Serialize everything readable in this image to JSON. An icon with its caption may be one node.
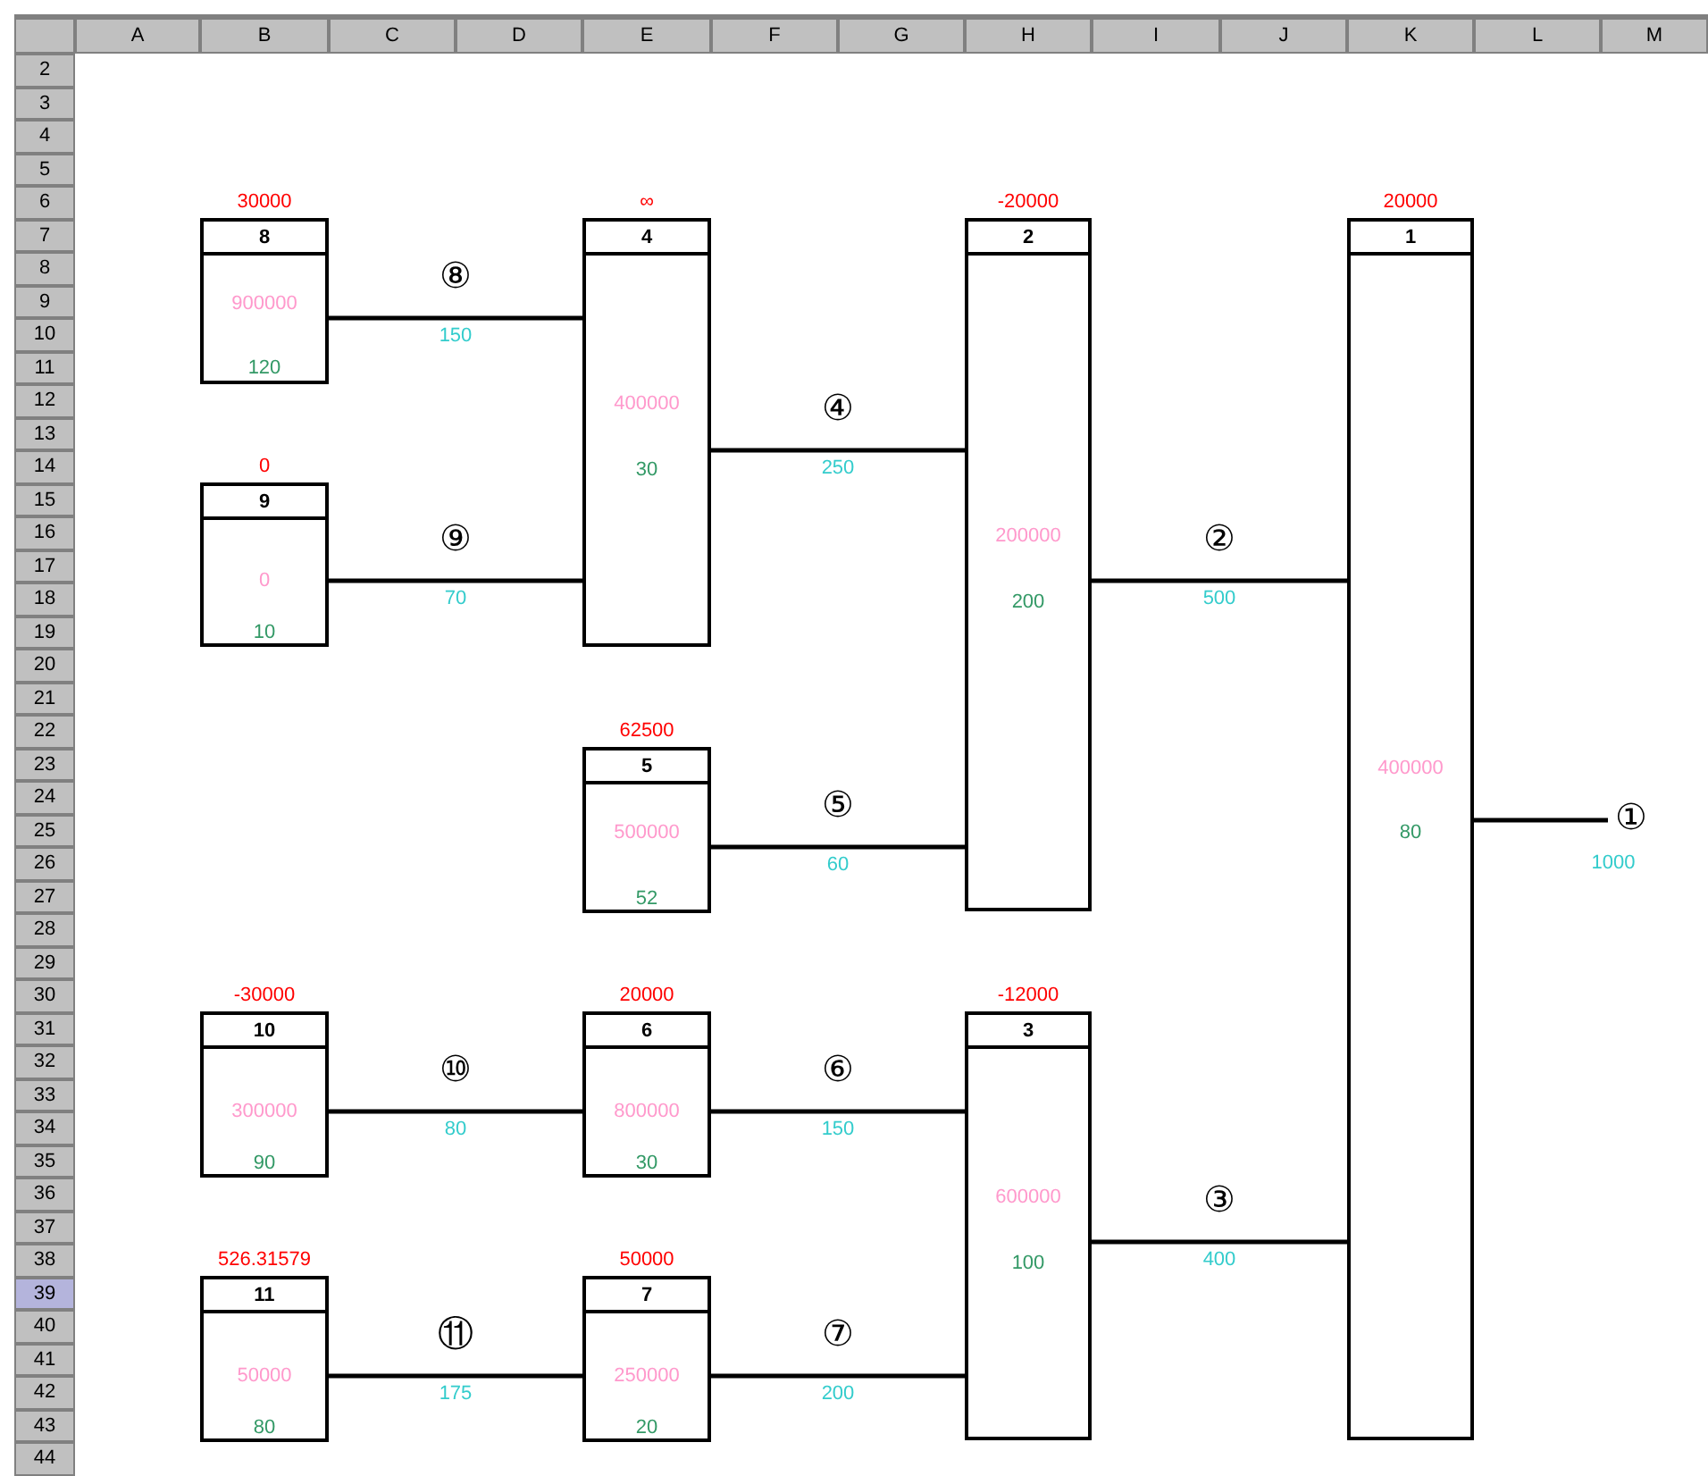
{
  "diagram": {
    "nodes": [
      {
        "text": [
          "1",
          "400000",
          "80"
        ],
        "beside": [
          "20000"
        ]
      },
      {
        "text": [
          "2",
          "200000",
          "200"
        ],
        "beside": [
          "-20000"
        ]
      },
      {
        "text": [
          "3",
          "600000",
          "100"
        ],
        "beside": [
          "-12000"
        ]
      },
      {
        "text": [
          "4",
          "400000",
          "30"
        ],
        "beside": [
          "∞"
        ]
      },
      {
        "text": [
          "5",
          "500000",
          "52"
        ],
        "beside": [
          "62500"
        ]
      },
      {
        "text": [
          "6",
          "800000",
          "30"
        ],
        "beside": [
          "20000"
        ]
      },
      {
        "text": [
          "7",
          "250000",
          "20"
        ],
        "beside": [
          "50000"
        ]
      },
      {
        "text": [
          "8",
          "900000",
          "120"
        ],
        "beside": [
          "30000"
        ]
      },
      {
        "text": [
          "9",
          "0",
          "10"
        ],
        "beside": [
          "0"
        ]
      },
      {
        "text": [
          "10",
          "300000",
          "90"
        ],
        "beside": [
          "-30000"
        ]
      },
      {
        "text": [
          "11",
          "50000",
          "80"
        ],
        "beside": [
          "526.31579"
        ]
      },
      {
        "text": [
          "①"
        ],
        "beside": [
          "1000"
        ]
      }
    ],
    "edges": [
      {
        "from": 7,
        "to": 3,
        "arrow": "none",
        "label": "⑧"
      },
      {
        "from": 8,
        "to": 3,
        "arrow": "none",
        "label": "⑨"
      },
      {
        "from": 3,
        "to": 1,
        "arrow": "none",
        "label": "④"
      },
      {
        "from": 4,
        "to": 1,
        "arrow": "none",
        "label": "⑤"
      },
      {
        "from": 1,
        "to": 0,
        "arrow": "none",
        "label": "②"
      },
      {
        "from": 0,
        "to": 11,
        "arrow": "none"
      },
      {
        "from": 9,
        "to": 5,
        "arrow": "none",
        "label": "⑩"
      },
      {
        "from": 5,
        "to": 2,
        "arrow": "none",
        "label": "⑥"
      },
      {
        "from": 2,
        "to": 0,
        "arrow": "none",
        "label": "③"
      },
      {
        "from": 10,
        "to": 6,
        "arrow": "none",
        "label": "⑪"
      },
      {
        "from": 6,
        "to": 2,
        "arrow": "none",
        "label": "⑦"
      }
    ],
    "labels": [
      "A",
      "B",
      "C",
      "D",
      "E",
      "F",
      "G",
      "H",
      "I",
      "J",
      "K",
      "L",
      "M",
      "2",
      "3",
      "4",
      "5",
      "6",
      "7",
      "8",
      "9",
      "10",
      "11",
      "12",
      "13",
      "14",
      "15",
      "16",
      "17",
      "18",
      "19",
      "20",
      "21",
      "22",
      "23",
      "24",
      "25",
      "26",
      "27",
      "28",
      "29",
      "30",
      "31",
      "32",
      "33",
      "34",
      "35",
      "36",
      "37",
      "38",
      "39",
      "40",
      "41",
      "42",
      "43",
      "44",
      "150",
      "70",
      "250",
      "60",
      "500",
      "80",
      "150",
      "400",
      "175",
      "200"
    ]
  }
}
